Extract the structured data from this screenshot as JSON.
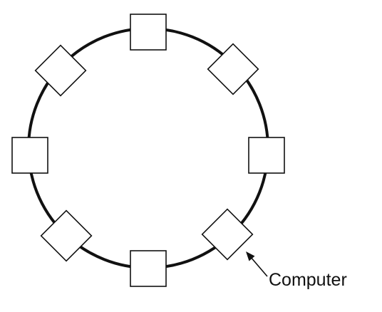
{
  "diagram": {
    "topology": "ring",
    "node_count": 8,
    "node_label": "Computer",
    "colors": {
      "stroke": "#111111",
      "node_fill": "#ffffff",
      "background": "#ffffff"
    }
  }
}
